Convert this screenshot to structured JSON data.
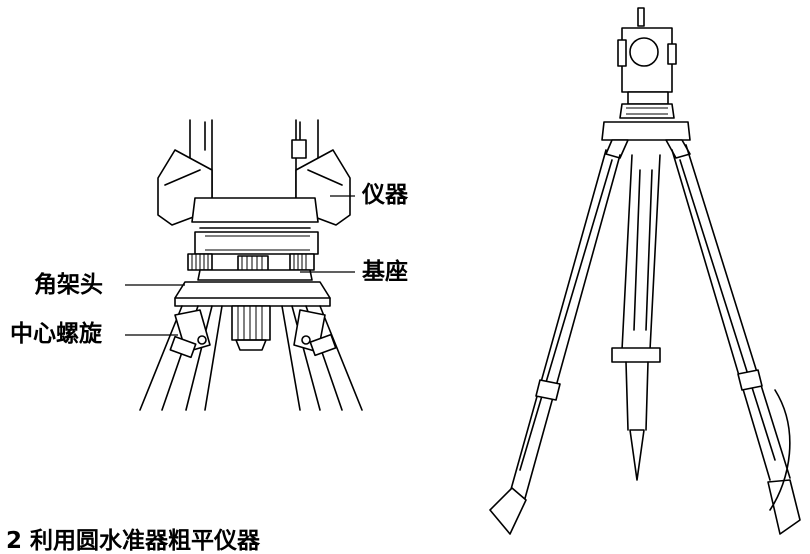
{
  "labels": {
    "instrument": "仪器",
    "tripod_head": "角架头",
    "base": "基座",
    "center_screw": "中心螺旋"
  },
  "caption": "2  利用圆水准器粗平仪器"
}
